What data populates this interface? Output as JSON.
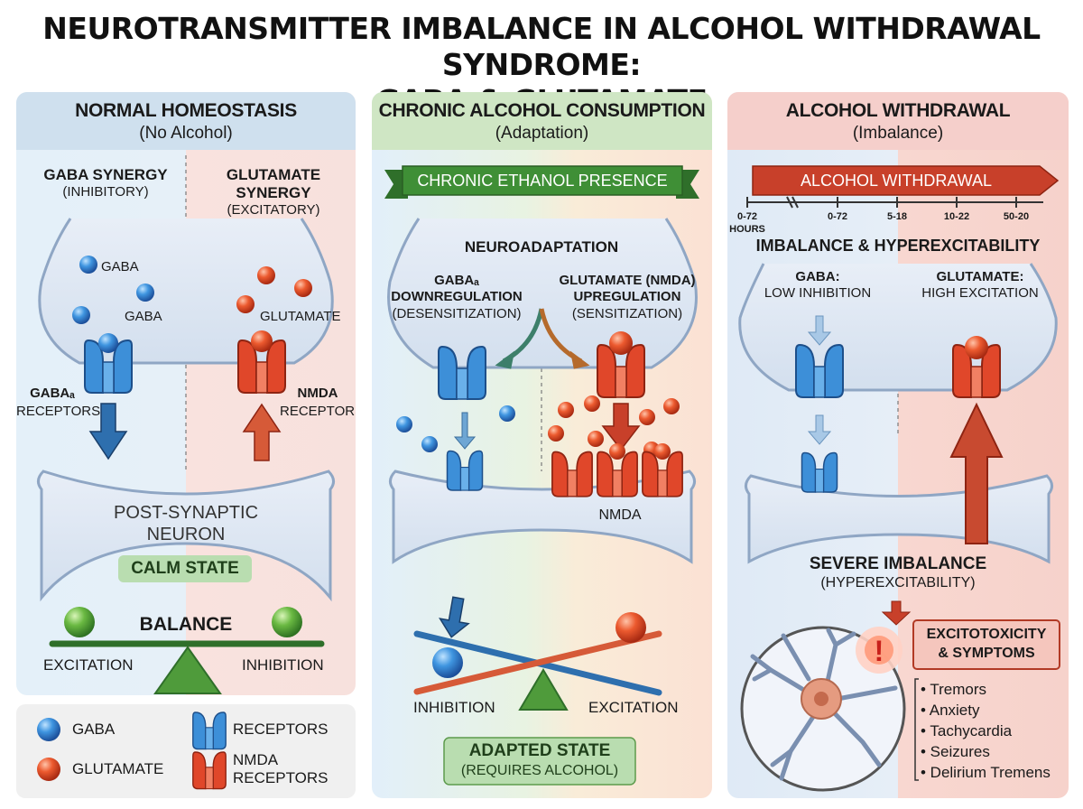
{
  "title": {
    "line1": "NEUROTRANSMITTER IMBALANCE IN ALCOHOL WITHDRAWAL SYNDROME:",
    "line2": "GABA & GLUTAMATE"
  },
  "colors": {
    "gaba": "#2f86d6",
    "glutamate": "#e0472a",
    "panel1_head": "#cfe0ee",
    "panel2_head": "#cfe6c4",
    "panel3_head": "#f5cfcb",
    "calm_green": "#b9ddb0",
    "balance_green": "#3f8f36"
  },
  "panel1": {
    "title": "NORMAL HOMEOSTASIS",
    "subtitle": "(No Alcohol)",
    "gaba_synergy": "GABA SYNERGY",
    "gaba_synergy_sub": "(INHIBITORY)",
    "glu_synergy_1": "GLUTAMATE",
    "glu_synergy_2": "SYNERGY",
    "glu_synergy_sub": "(EXCITATORY)",
    "gaba_label_1": "GABA",
    "gaba_label_2": "GABA",
    "glutamate_label": "GLUTAMATE",
    "gaba_receptors_1": "GABAₐ",
    "gaba_receptors_2": "RECEPTORS",
    "nmda_receptors_1": "NMDA",
    "nmda_receptors_2": "RECEPTORS",
    "post_synaptic_1": "POST-SYNAPTIC",
    "post_synaptic_2": "NEURON",
    "calm_state": "CALM STATE",
    "balance": "BALANCE",
    "excitation": "EXCITATION",
    "inhibition": "INHIBITION"
  },
  "panel2": {
    "title": "CHRONIC ALCOHOL CONSUMPTION",
    "subtitle": "(Adaptation)",
    "banner": "CHRONIC ETHANOL PRESENCE",
    "neuroadaptation": "NEUROADAPTATION",
    "gaba_down_1": "GABAₐ",
    "gaba_down_2": "DOWNREGULATION",
    "gaba_down_3": "(DESENSITIZATION)",
    "glu_up_1": "GLUTAMATE (NMDA)",
    "glu_up_2": "UPREGULATION",
    "glu_up_3": "(SENSITIZATION)",
    "nmda": "NMDA",
    "inhibition": "INHIBITION",
    "excitation": "EXCITATION",
    "adapted_state": "ADAPTED STATE",
    "adapted_sub": "(REQUIRES ALCOHOL)"
  },
  "panel3": {
    "title": "ALCOHOL WITHDRAWAL",
    "subtitle": "(Imbalance)",
    "banner": "ALCOHOL WITHDRAWAL",
    "ticks": [
      "0-72",
      "0-72",
      "5-18",
      "10-22",
      "50-20"
    ],
    "hours": "HOURS",
    "imbalance_title": "IMBALANCE & HYPEREXCITABILITY",
    "gaba_1": "GABA:",
    "gaba_2": "LOW INHIBITION",
    "glu_1": "GLUTAMATE:",
    "glu_2": "HIGH EXCITATION",
    "severe_1": "SEVERE IMBALANCE",
    "severe_2": "(HYPEREXCITABILITY)",
    "excito_1": "EXCITOTOXICITY",
    "excito_2": "& SYMPTOMS",
    "symptoms": [
      "• Tremors",
      "• Anxiety",
      "• Tachycardia",
      "• Seizures",
      "• Delirium Tremens"
    ]
  },
  "legend": {
    "gaba": "GABA",
    "glutamate": "GLUTAMATE",
    "receptors": "RECEPTORS",
    "nmda_1": "NMDA",
    "nmda_2": "RECEPTORS"
  }
}
